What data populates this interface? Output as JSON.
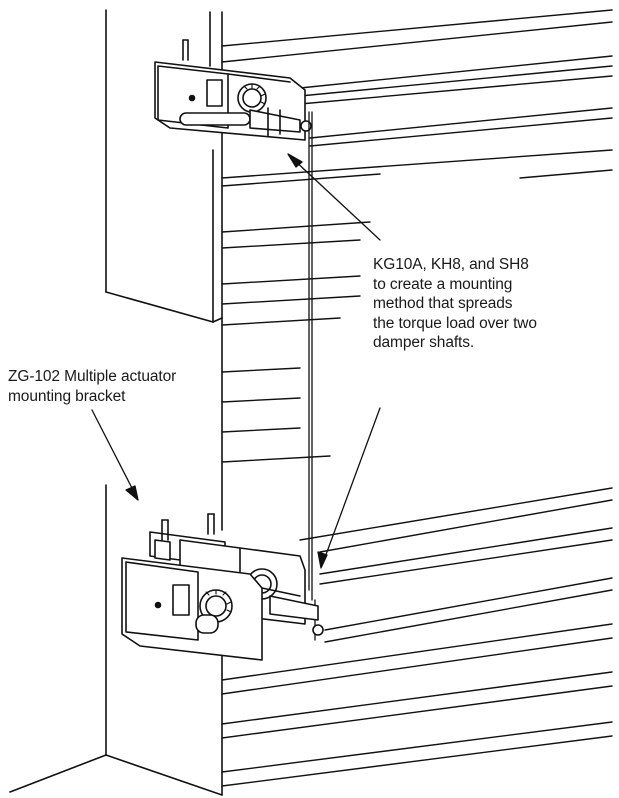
{
  "callouts": {
    "kit": {
      "lines": [
        "KG10A, KH8, and SH8",
        "to create a mounting",
        "method that spreads",
        "the torque load over two",
        "damper shafts."
      ]
    },
    "bracket": {
      "lines": [
        "ZG-102 Multiple actuator",
        "mounting bracket"
      ]
    }
  }
}
